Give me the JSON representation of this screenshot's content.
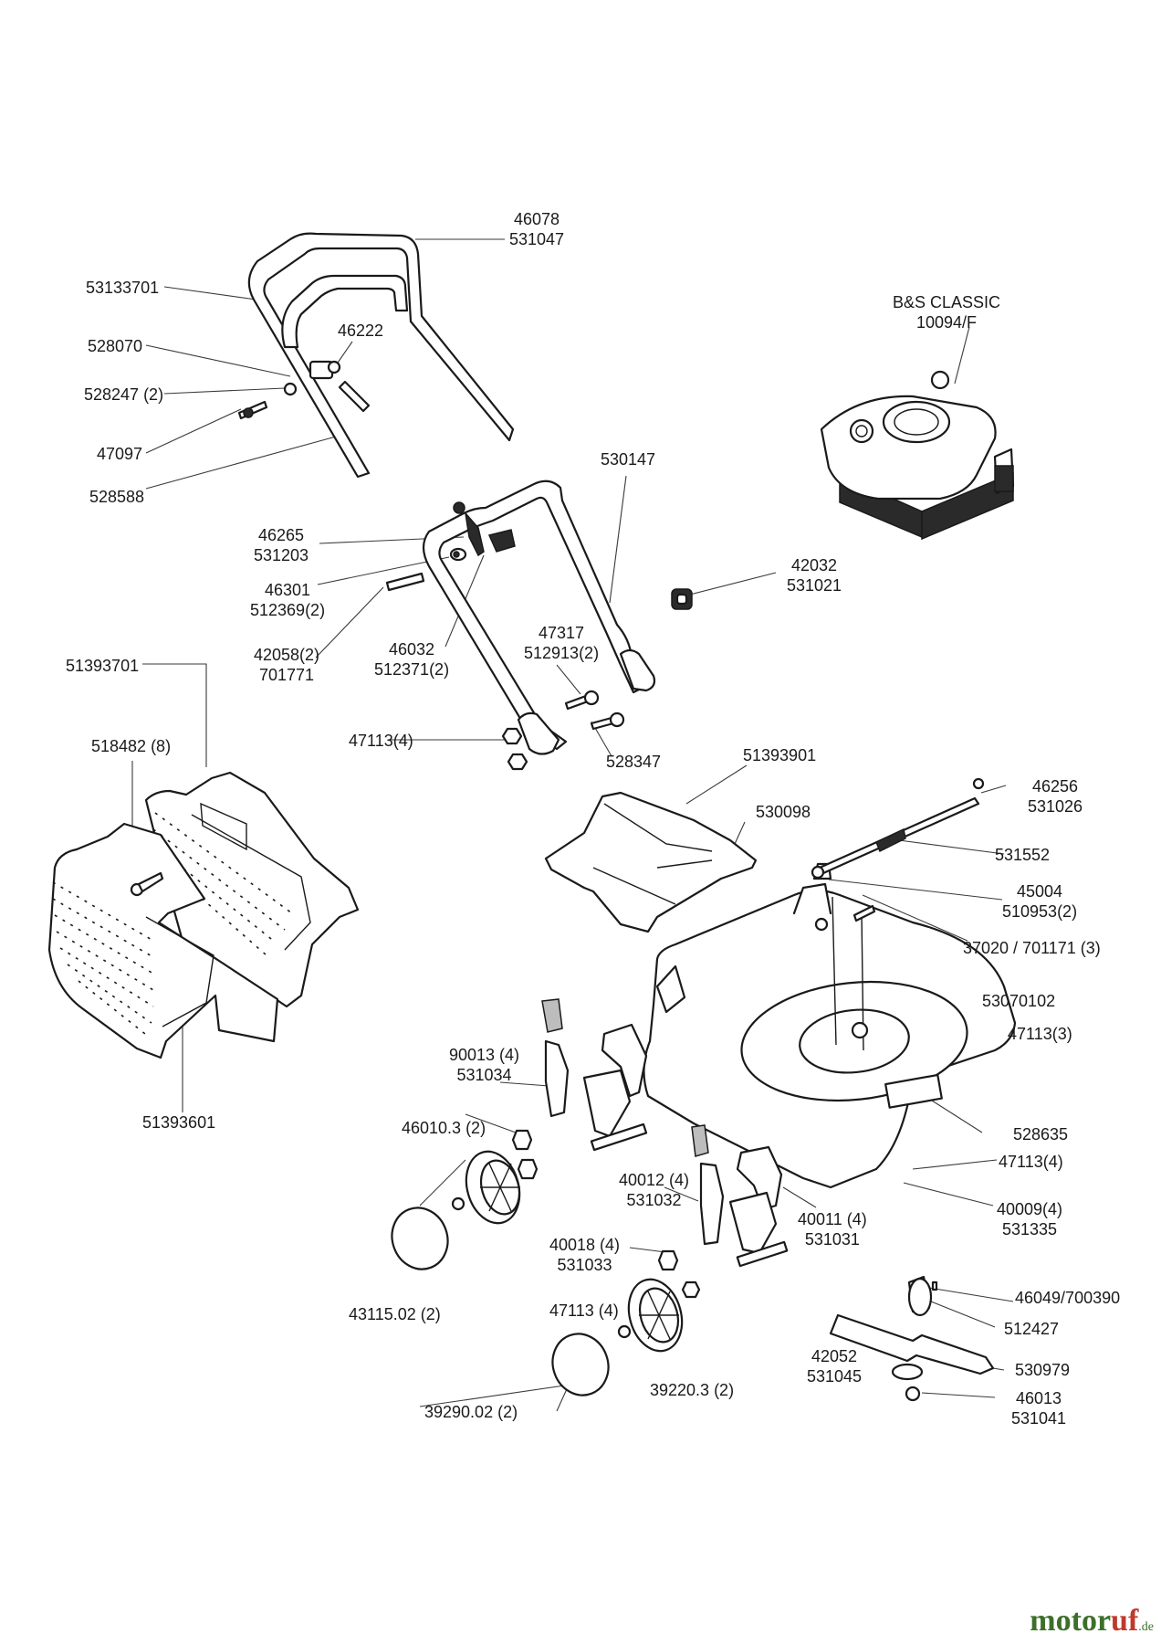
{
  "engine": {
    "line1": "B&S CLASSIC",
    "line2": "10094/F"
  },
  "handle_upper": {
    "frame": {
      "line1": "46078",
      "line2": "531047"
    },
    "upper_left": "53133701",
    "bracket": "528070",
    "washer": "528247 (2)",
    "knob": "46222",
    "bolt": "47097",
    "cable": "528588"
  },
  "handle_lower": {
    "frame": "530147",
    "lever": {
      "line1": "46265",
      "line2": "531203"
    },
    "clip": {
      "line1": "46301",
      "line2": "512369(2)"
    },
    "bolt": {
      "line1": "42058(2)",
      "line2": "701771"
    },
    "knob_nut": {
      "line1": "46032",
      "line2": "512371(2)"
    },
    "side_knob": {
      "line1": "42032",
      "line2": "531021"
    },
    "screw": {
      "line1": "47317",
      "line2": "512913(2)"
    },
    "nuts": "47113(4)",
    "screw_lower": "528347"
  },
  "grass_bag": {
    "frame": "51393701",
    "rivets": "518482 (8)",
    "bag": "51393601"
  },
  "deck": {
    "flap": "51393901",
    "flap_cover": "530098",
    "cable_end": {
      "line1": "46256",
      "line2": "531026"
    },
    "spring": "531552",
    "rod": {
      "line1": "45004",
      "line2": "510953(2)"
    },
    "bolt": "37020 / 701171 (3)",
    "housing": "53070102",
    "nut": "47113(3)",
    "badge": "528635",
    "nut_rear": "47113(4)",
    "washer_rear": {
      "line1": "40009(4)",
      "line2": "531335"
    }
  },
  "axles": {
    "front_bracket": {
      "line1": "90013 (4)",
      "line2": "531034"
    },
    "front_wheel": "46010.3 (2)",
    "front_hubcap": "43115.02 (2)",
    "rear_bracket_left": {
      "line1": "40012 (4)",
      "line2": "531032"
    },
    "rear_bracket_right": {
      "line1": "40011 (4)",
      "line2": "531031"
    },
    "bolt": {
      "line1": "40018 (4)",
      "line2": "531033"
    },
    "nut": "47113 (4)",
    "rear_wheel": "39220.3 (2)",
    "rear_hubcap": "39290.02 (2)"
  },
  "blade": {
    "adapter": "46049/700390",
    "hub": "512427",
    "washer": {
      "line1": "42052",
      "line2": "531045"
    },
    "blade": "530979",
    "bolt": {
      "line1": "46013",
      "line2": "531041"
    }
  },
  "watermark": {
    "a": "motor",
    "b": "uf",
    "s": ".de"
  }
}
